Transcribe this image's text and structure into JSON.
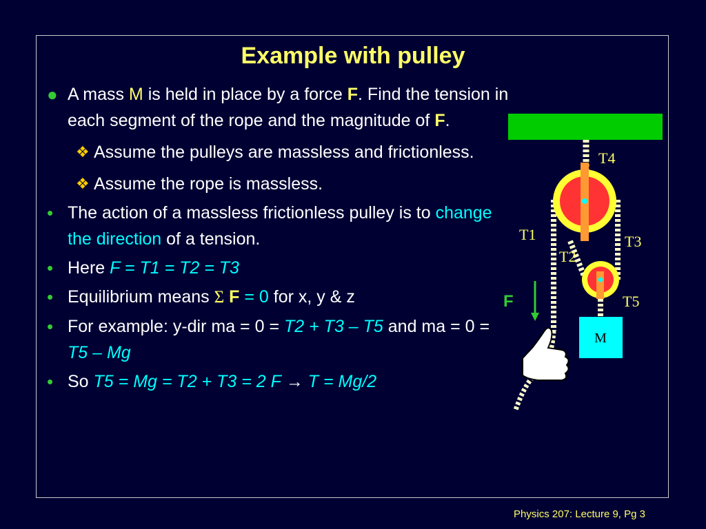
{
  "title": "Example with pulley",
  "b1": {
    "t1": "A mass ",
    "m": "M",
    "t2": " is held in place by a force ",
    "f": "F",
    "t3": ". Find the tension in each segment of the rope and the magnitude of ",
    "f2": "F",
    "t4": "."
  },
  "s1": "Assume the pulleys are massless and frictionless.",
  "s2": "Assume the rope is massless.",
  "b2": {
    "t1": "The action of a massless frictionless pulley is to ",
    "c": "change the direction",
    "t2": " of a tension."
  },
  "b3": {
    "t1": "Here  ",
    "eq": "F = T1 = T2 = T3"
  },
  "b4": {
    "t1": "Equilibrium means  ",
    "sigma": "Σ",
    "f": "F",
    "eq0": " = 0",
    "t2": " for x, y & z"
  },
  "b5": {
    "t1": "For example:  y-dir ma = 0 = ",
    "eq1": "T2 + T3 – T5",
    "t2": " and ma = 0 = ",
    "eq2": "T5 – Mg"
  },
  "b6": {
    "t1": "So  ",
    "eq1": "T5 = Mg = T2 + T3  = 2 F",
    "arrow": "→",
    "eq2": "T = Mg/2"
  },
  "diagram": {
    "labels": {
      "T1": "T1",
      "T2": "T2",
      "T3": "T3",
      "T4": "T4",
      "T5": "T5",
      "F": "F",
      "M": "M"
    },
    "colors": {
      "ceiling": "#00cc00",
      "pulley_rim": "#ffff33",
      "pulley_fill": "#ff3333",
      "axle": "#ff9933",
      "mass": "#00ffff",
      "rope": "#ffffcc",
      "arrow": "#33cc33"
    }
  },
  "footer": "Physics 207: Lecture 9, Pg 3"
}
